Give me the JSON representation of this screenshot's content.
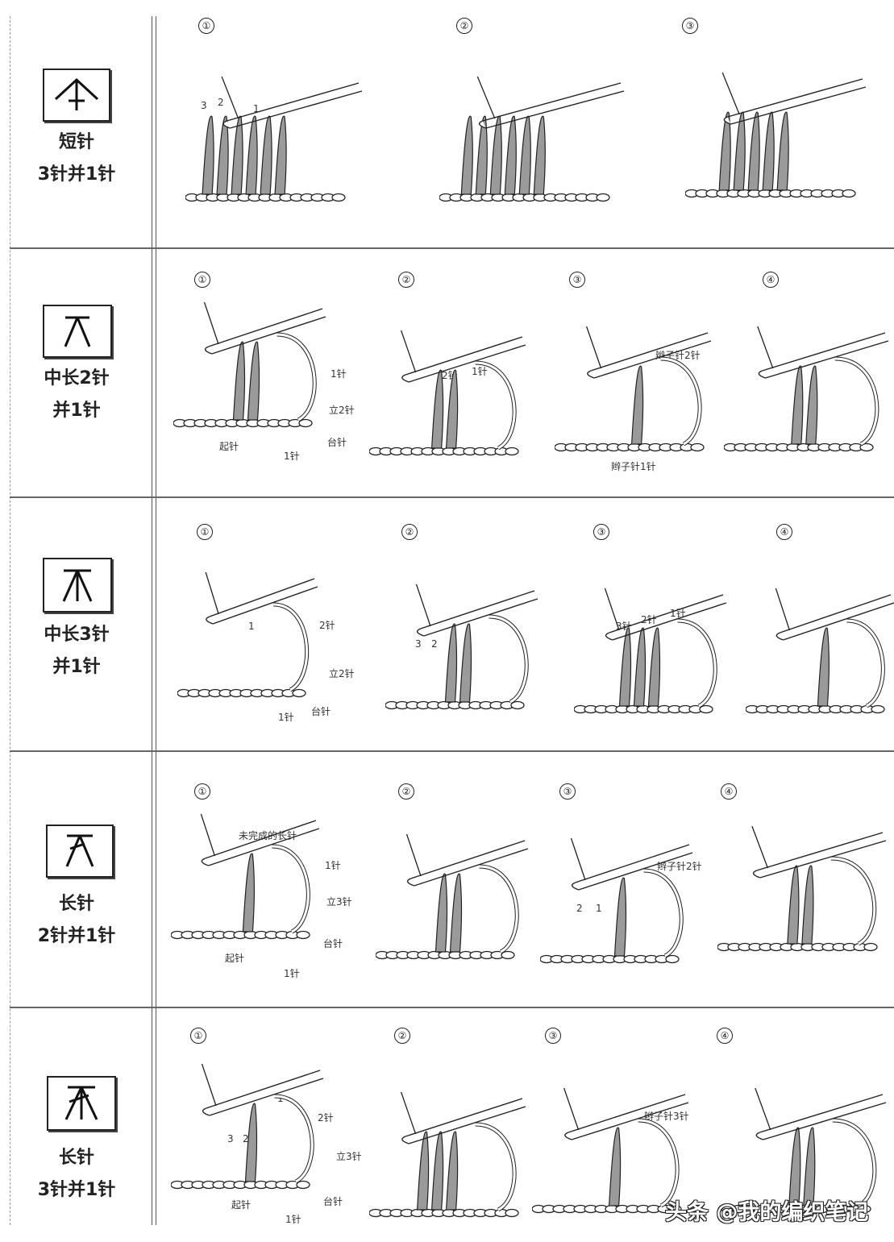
{
  "rows": [
    {
      "symbol": "sc3tog",
      "name": [
        "短针",
        "3针并1针"
      ],
      "steps": [
        "①",
        "②",
        "③"
      ],
      "labels": [
        "3",
        "2",
        "1"
      ]
    },
    {
      "symbol": "hdc2tog",
      "name": [
        "中长2针",
        "并1针"
      ],
      "steps": [
        "①",
        "②",
        "③",
        "④"
      ],
      "labels": [
        "1针",
        "立2针",
        "台针",
        "起针",
        "1针",
        "2针",
        "1针",
        "辫子针2针",
        "辫子针1针"
      ]
    },
    {
      "symbol": "hdc3tog",
      "name": [
        "中长3针",
        "并1针"
      ],
      "steps": [
        "①",
        "②",
        "③",
        "④"
      ],
      "labels": [
        "1",
        "2针",
        "立2针",
        "台针",
        "1针",
        "3",
        "2",
        "3针",
        "2针",
        "1针"
      ]
    },
    {
      "symbol": "dc2tog",
      "name": [
        "长针",
        "2针并1针"
      ],
      "steps": [
        "①",
        "②",
        "③",
        "④"
      ],
      "labels": [
        "未完成的长针",
        "1针",
        "立3针",
        "台针",
        "起针",
        "1针",
        "辫子针2针",
        "2",
        "1"
      ]
    },
    {
      "symbol": "dc3tog",
      "name": [
        "长针",
        "3针并1针"
      ],
      "steps": [
        "①",
        "②",
        "③",
        "④"
      ],
      "labels": [
        "1",
        "2针",
        "3",
        "2",
        "立3针",
        "台针",
        "起针",
        "1针",
        "辫子针3针"
      ]
    }
  ],
  "watermark": "头条 @我的编织笔记",
  "colors": {
    "yarn": "#9a9a9a",
    "line": "#222222"
  }
}
